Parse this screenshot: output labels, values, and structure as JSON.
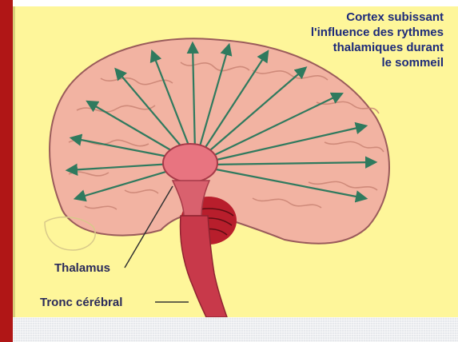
{
  "caption": {
    "lines": [
      "Cortex subissant",
      "l'influence des rythmes",
      "thalamiques durant",
      "le sommeil"
    ]
  },
  "labels": {
    "thalamus": "Thalamus",
    "brainstem": "Tronc cérébral"
  },
  "colors": {
    "frame": "#b01616",
    "background": "#fef69a",
    "cortex": "#f2b3a2",
    "cortex_outline": "#9a5b5b",
    "thalamus": "#e87480",
    "cerebellum": "#b81e2c",
    "arrows": "#2f7a5e",
    "caption": "#1d2a7a"
  }
}
